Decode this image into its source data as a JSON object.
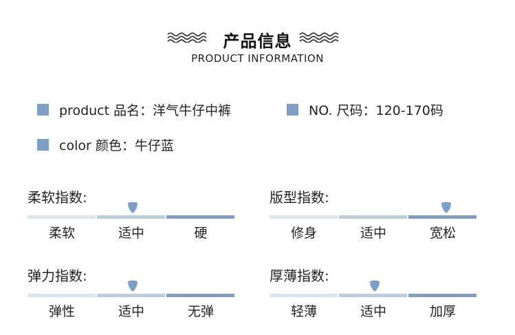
{
  "header": {
    "title": "产品信息",
    "subtitle": "PRODUCT INFORMATION"
  },
  "info": {
    "product_name": "product  品名：洋气牛仔中裤",
    "size": "NO. 尺码：120-170码",
    "color": "color  颜色：牛仔蓝"
  },
  "ratings": [
    {
      "label": "柔软指数:",
      "options": [
        "柔软",
        "适中",
        "硬"
      ],
      "selected_index": 1
    },
    {
      "label": "版型指数:",
      "options": [
        "修身",
        "适中",
        "宽松"
      ],
      "selected_index": 2
    },
    {
      "label": "弹力指数:",
      "options": [
        "弹性",
        "适中",
        "无弹"
      ],
      "selected_index": 1
    },
    {
      "label": "厚薄指数:",
      "options": [
        "轻薄",
        "适中",
        "加厚"
      ],
      "selected_index": 1
    }
  ],
  "colors": {
    "accent": "#7f9ec6",
    "segment_light": "#dbe6f1",
    "segment_mid": "#b9cde2"
  }
}
